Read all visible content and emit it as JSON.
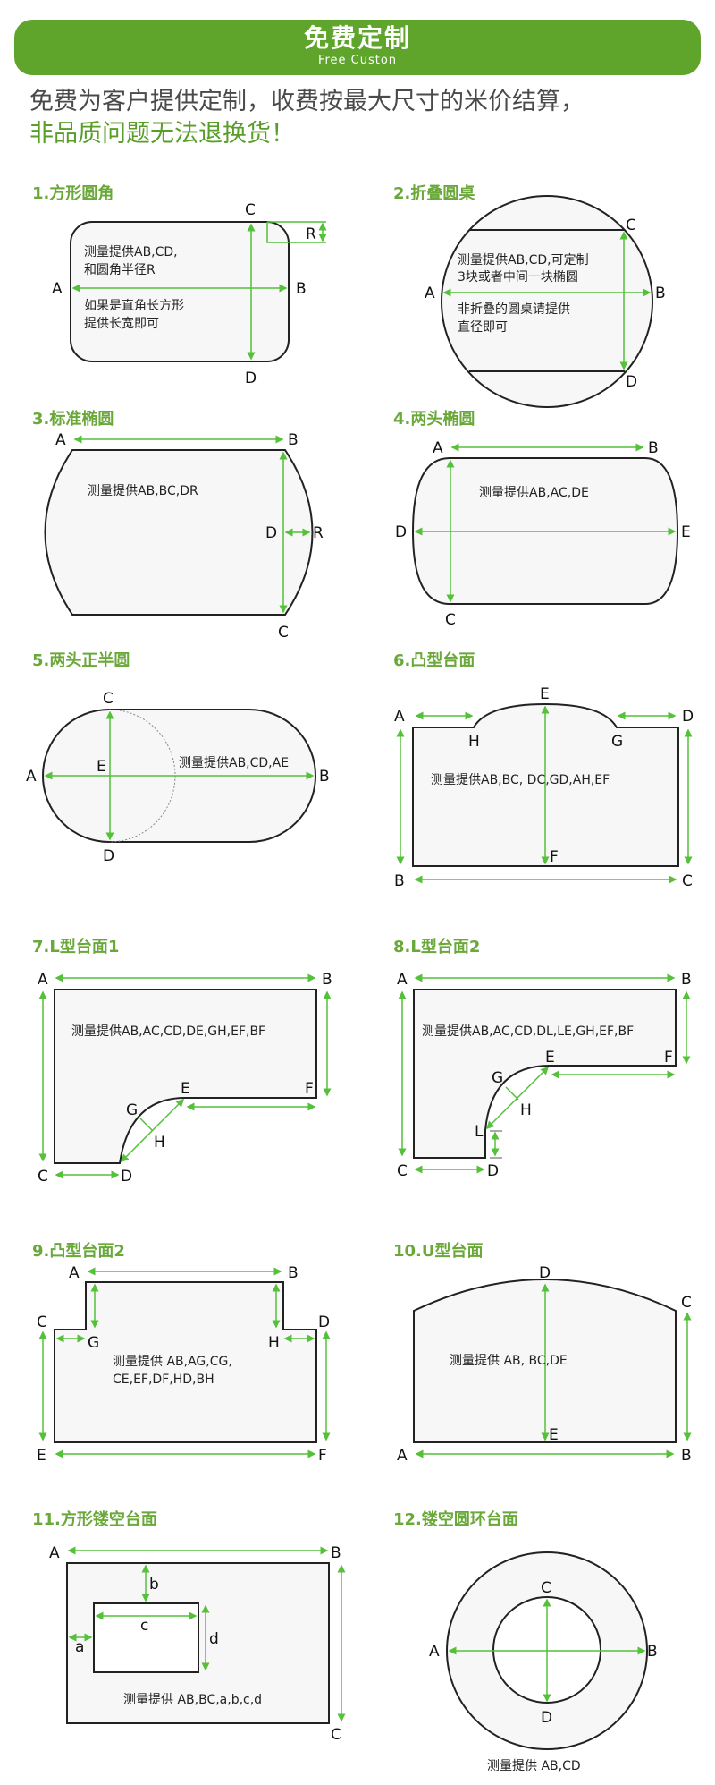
{
  "banner": {
    "title": "免费定制",
    "subtitle": "Free Custon",
    "color": "#5fa52c"
  },
  "intro": {
    "line1": "免费为客户提供定制，收费按最大尺寸的米价结算，",
    "line2": "非品质问题无法退换货！"
  },
  "colors": {
    "accent": "#5fa52c",
    "measure_line": "#55c03a",
    "title_text": "#6aa83a"
  },
  "diagrams": [
    {
      "title": "1.方形圆角",
      "labels": {
        "A": "A",
        "B": "B",
        "C": "C",
        "D": "D",
        "R": "R"
      },
      "notes": [
        "测量提供AB,CD,",
        "和圆角半径R",
        "如果是直角长方形",
        "提供长宽即可"
      ]
    },
    {
      "title": "2.折叠圆桌",
      "labels": {
        "A": "A",
        "B": "B",
        "C": "C",
        "D": "D"
      },
      "notes": [
        "测量提供AB,CD,可定制",
        "3块或者中间一块椭圆",
        "非折叠的圆桌请提供",
        "直径即可"
      ]
    },
    {
      "title": "3.标准椭圆",
      "labels": {
        "A": "A",
        "B": "B",
        "C": "C",
        "D": "D",
        "R": "R"
      },
      "notes": [
        "测量提供AB,BC,DR"
      ]
    },
    {
      "title": "4.两头椭圆",
      "labels": {
        "A": "A",
        "B": "B",
        "C": "C",
        "D": "D",
        "E": "E"
      },
      "notes": [
        "测量提供AB,AC,DE"
      ]
    },
    {
      "title": "5.两头正半圆",
      "labels": {
        "A": "A",
        "B": "B",
        "C": "C",
        "D": "D",
        "E": "E"
      },
      "notes": [
        "测量提供AB,CD,AE"
      ]
    },
    {
      "title": "6.凸型台面",
      "labels": {
        "A": "A",
        "B": "B",
        "C": "C",
        "D": "D",
        "E": "E",
        "F": "F",
        "G": "G",
        "H": "H"
      },
      "notes": [
        "测量提供AB,BC, DC,GD,AH,EF"
      ]
    },
    {
      "title": "7.L型台面1",
      "labels": {
        "A": "A",
        "B": "B",
        "C": "C",
        "D": "D",
        "E": "E",
        "F": "F",
        "G": "G",
        "H": "H"
      },
      "notes": [
        "测量提供AB,AC,CD,DE,GH,EF,BF"
      ]
    },
    {
      "title": "8.L型台面2",
      "labels": {
        "A": "A",
        "B": "B",
        "C": "C",
        "D": "D",
        "E": "E",
        "F": "F",
        "G": "G",
        "H": "H",
        "L": "L"
      },
      "notes": [
        "测量提供AB,AC,CD,DL,LE,GH,EF,BF"
      ]
    },
    {
      "title": "9.凸型台面2",
      "labels": {
        "A": "A",
        "B": "B",
        "C": "C",
        "D": "D",
        "E": "E",
        "F": "F",
        "G": "G",
        "H": "H"
      },
      "notes": [
        "测量提供 AB,AG,CG,",
        "CE,EF,DF,HD,BH"
      ]
    },
    {
      "title": "10.U型台面",
      "labels": {
        "A": "A",
        "B": "B",
        "C": "C",
        "D": "D",
        "E": "E"
      },
      "notes": [
        "测量提供 AB, BC,DE"
      ]
    },
    {
      "title": "11.方形镂空台面",
      "labels": {
        "A": "A",
        "B": "B",
        "C": "C",
        "a": "a",
        "b": "b",
        "c": "c",
        "d": "d"
      },
      "notes": [
        "测量提供 AB,BC,a,b,c,d"
      ]
    },
    {
      "title": "12.镂空圆环台面",
      "labels": {
        "A": "A",
        "B": "B",
        "C": "C",
        "D": "D"
      },
      "notes": [
        "测量提供 AB,CD"
      ]
    }
  ]
}
